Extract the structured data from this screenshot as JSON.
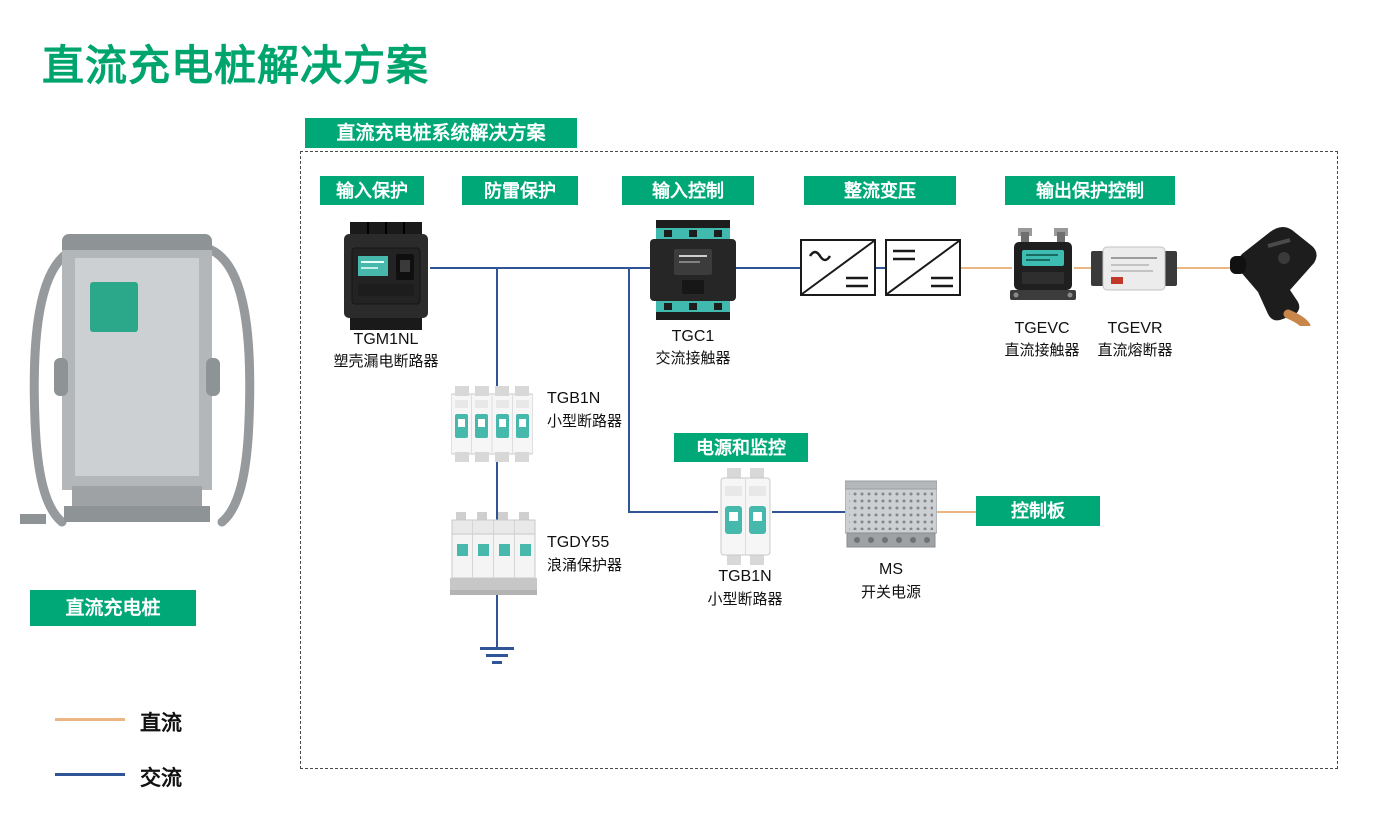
{
  "title": "直流充电桩解决方案",
  "diagram": {
    "header": "直流充电桩系统解决方案",
    "badges": {
      "input_protection": "输入保护",
      "lightning_protection": "防雷保护",
      "input_control": "输入控制",
      "rectifier_transform": "整流变压",
      "output_protection_control": "输出保护控制",
      "power_and_monitoring": "电源和监控",
      "control_board": "控制板"
    },
    "components": {
      "tgm1nl": {
        "model": "TGM1NL",
        "desc": "塑壳漏电断路器"
      },
      "tgb1n_4p": {
        "model": "TGB1N",
        "desc": "小型断路器"
      },
      "tgdy55": {
        "model": "TGDY55",
        "desc": "浪涌保护器"
      },
      "tgc1": {
        "model": "TGC1",
        "desc": "交流接触器"
      },
      "tgevc": {
        "model": "TGEVC",
        "desc": "直流接触器"
      },
      "tgevr": {
        "model": "TGEVR",
        "desc": "直流熔断器"
      },
      "tgb1n_2p": {
        "model": "TGB1N",
        "desc": "小型断路器"
      },
      "ms": {
        "model": "MS",
        "desc": "开关电源"
      }
    },
    "icons": {
      "acdc_converter": "ac-dc-converter-symbol",
      "dcdc_converter": "dc-dc-converter-symbol",
      "ground": "ground-symbol",
      "charging_gun": "charging-gun"
    }
  },
  "pile_badge": "直流充电桩",
  "legend": {
    "dc": "直流",
    "ac": "交流"
  },
  "colors": {
    "brand_green": "#00A878",
    "title_green": "#00A56E",
    "ac_blue": "#2F5597",
    "dc_orange": "#EBB584"
  }
}
